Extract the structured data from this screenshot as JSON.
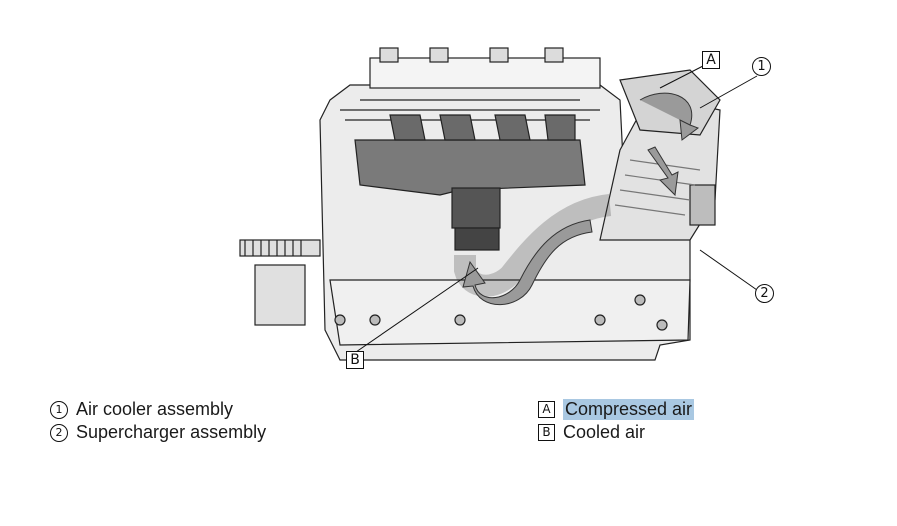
{
  "callouts": {
    "one": "1",
    "two": "2",
    "a": "A",
    "b": "B"
  },
  "legend_left": [
    {
      "marker": "1",
      "label": "Air cooler assembly"
    },
    {
      "marker": "2",
      "label": "Supercharger assembly"
    }
  ],
  "legend_right": [
    {
      "marker": "A",
      "label": "Compressed air",
      "highlighted": true
    },
    {
      "marker": "B",
      "label": "Cooled air",
      "highlighted": false
    }
  ],
  "colors": {
    "highlight": "#a9c8e2",
    "engine_fill": "#e6e6e6",
    "manifold_fill": "#7a7a7a",
    "arrow_fill": "#9a9a9a"
  }
}
